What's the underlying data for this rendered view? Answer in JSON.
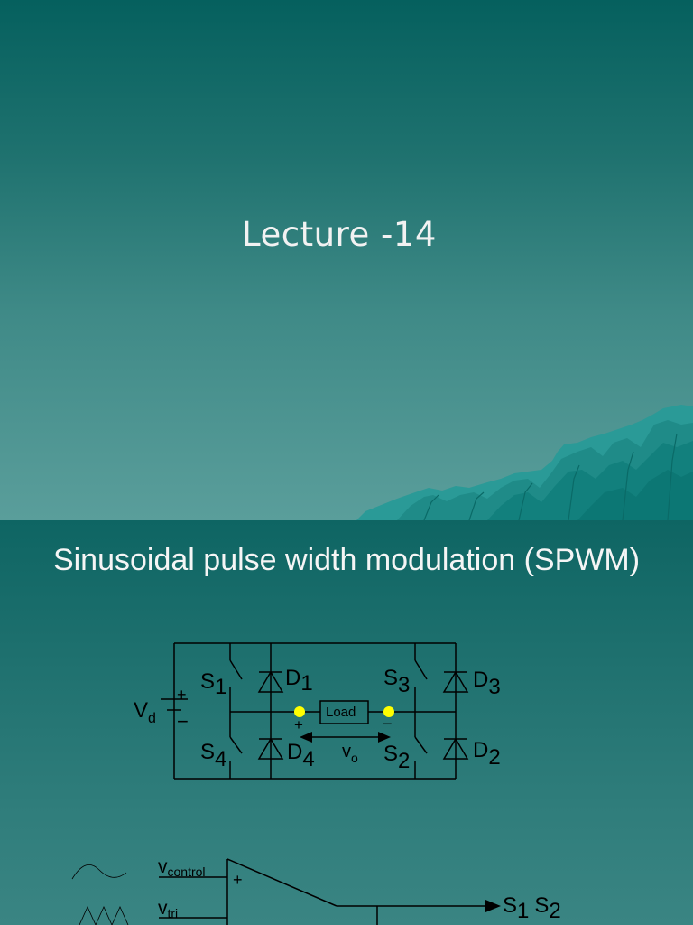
{
  "slide1": {
    "title": "Lecture -14"
  },
  "slide2": {
    "title": "Sinusoidal pulse width modulation (SPWM)",
    "circuit": {
      "vd_main": "V",
      "vd_sub": "d",
      "plus": "+",
      "minus": "−",
      "s1_main": "S",
      "s1_sub": "1",
      "s3_main": "S",
      "s3_sub": "3",
      "s4_main": "S",
      "s4_sub": "4",
      "s2_main": "S",
      "s2_sub": "2",
      "d1_main": "D",
      "d1_sub": "1",
      "d3_main": "D",
      "d3_sub": "3",
      "d4_main": "D",
      "d4_sub": "4",
      "d2_main": "D",
      "d2_sub": "2",
      "load": "Load",
      "load_plus": "+",
      "load_minus": "−",
      "vo_main": "v",
      "vo_sub": "o"
    },
    "comparator": {
      "vcontrol_main": "v",
      "vcontrol_sub": "control",
      "vtri_main": "v",
      "vtri_sub": "tri",
      "plus": "+",
      "output_main_1": "S",
      "output_sub_1": "1",
      "output_main_2": "S",
      "output_sub_2": "2"
    }
  }
}
